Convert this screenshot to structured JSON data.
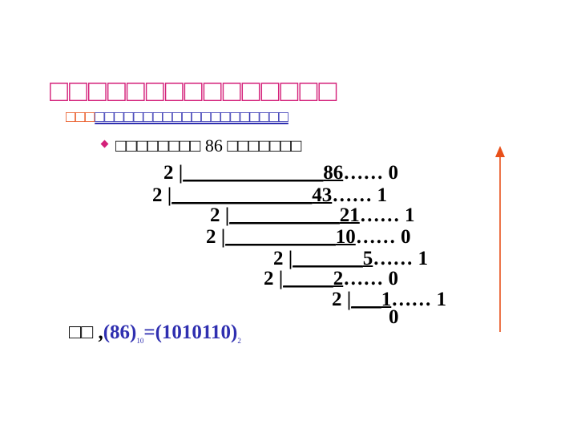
{
  "title": "□□□□□□□□□□□□□□□",
  "subtitle": {
    "lead": "□□□",
    "body": "□□□□□□□□□□□□□□□□□□□□"
  },
  "bullet": {
    "pre": "□□□□□□□□",
    "number": "86",
    "post": "□□□□□□□"
  },
  "division_rows": [
    {
      "divisor": "2 |",
      "gap": "______________",
      "quotient": "86",
      "remainder": "…… 0"
    },
    {
      "divisor": "2 |",
      "gap": "______________",
      "quotient": "43",
      "remainder": "…… 1"
    },
    {
      "divisor": "2 |",
      "gap": "___________",
      "quotient": "21",
      "remainder": "…… 1"
    },
    {
      "divisor": "2 |",
      "gap": "___________",
      "quotient": "10",
      "remainder": "…… 0"
    },
    {
      "divisor": "2 |",
      "gap": "_______",
      "quotient": "5",
      "remainder": "…… 1"
    },
    {
      "divisor": "2 |",
      "gap": "_____",
      "quotient": "2",
      "remainder": "…… 0"
    },
    {
      "divisor": "2 |",
      "gap": "___",
      "quotient": "1",
      "remainder": "…… 1"
    }
  ],
  "final_quotient": "0",
  "conclusion": {
    "prefix": "□□",
    "comma": " ,",
    "lhs": "(86)",
    "lhs_base": "10",
    "equals": "=",
    "rhs": "(1010110)",
    "rhs_base": "2"
  },
  "colors": {
    "title": "#d4217a",
    "subtitle_lead": "#e8501a",
    "subtitle_body": "#2f2fb0",
    "bullet": "#d4217a",
    "conclusion": "#2f2fb0",
    "arrow": "#e8501a",
    "text": "#000000"
  }
}
